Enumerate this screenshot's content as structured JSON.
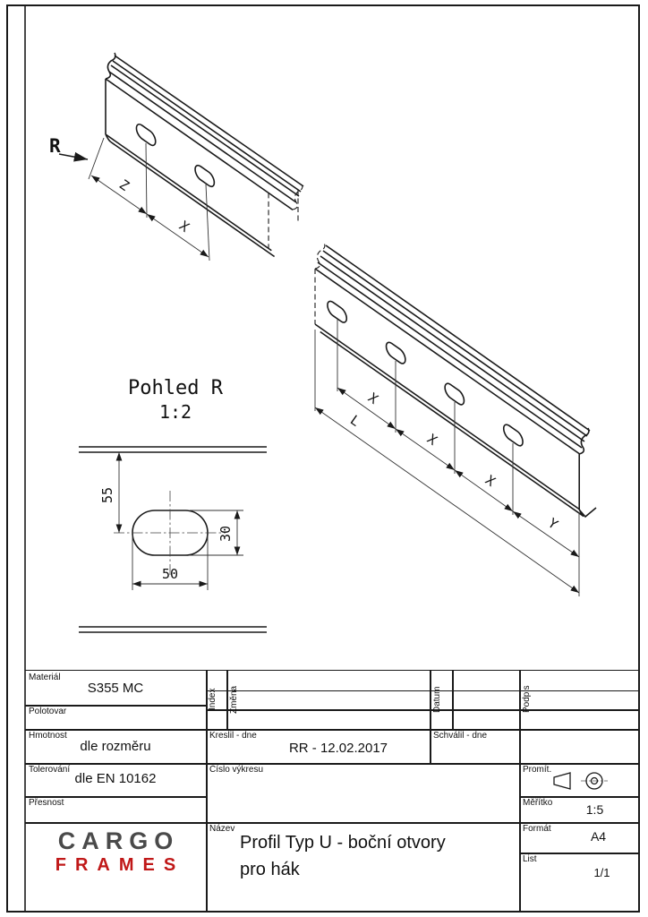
{
  "page": {
    "background": "#ffffff",
    "line_color": "#1a1a1a"
  },
  "drawing": {
    "view_arrow_label": "R",
    "labels": {
      "z": "Z",
      "x": "X",
      "y": "Y",
      "l": "L"
    },
    "detail": {
      "title": "Pohled R",
      "scale": "1:2",
      "dim_height_pos": "55",
      "dim_hole_height": "30",
      "dim_hole_width": "50"
    }
  },
  "titleblock": {
    "material": {
      "label": "Materiál",
      "value": "S355 MC"
    },
    "polotovar": {
      "label": "Polotovar"
    },
    "hmotnost": {
      "label": "Hmotnost",
      "value": "dle rozměru"
    },
    "tolerovani": {
      "label": "Tolerování",
      "value": "dle EN 10162"
    },
    "presnost": {
      "label": "Přesnost"
    },
    "revision": {
      "index_label": "Index",
      "zmena_label": "Změna",
      "datum_label": "Datum",
      "podpis_label": "Podpis"
    },
    "kreslil": {
      "label": "Kreslil - dne",
      "value": "RR - 12.02.2017"
    },
    "schvalil": {
      "label": "Schválil - dne"
    },
    "cislo": {
      "label": "Číslo výkresu"
    },
    "promit": {
      "label": "Promít."
    },
    "meritko": {
      "label": "Měřítko",
      "value": "1:5"
    },
    "nazev": {
      "label": "Název",
      "line1": "Profil Typ U - boční otvory",
      "line2": "pro hák"
    },
    "format": {
      "label": "Formát",
      "value": "A4"
    },
    "list": {
      "label": "List",
      "value": "1/1"
    },
    "logo": {
      "line1": "CARGO",
      "line2": "FRAMES",
      "gray": "#4a4a4a",
      "red": "#c01818"
    }
  }
}
